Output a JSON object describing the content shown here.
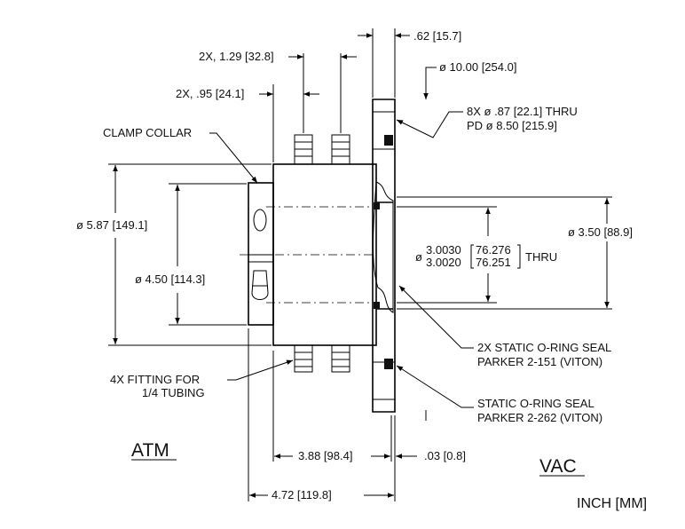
{
  "dims": {
    "flange_thk": ".62 [15.7]",
    "flange_od": "ø 10.00 [254.0]",
    "fitting_spacing_outer": "2X, 1.29 [32.8]",
    "fitting_spacing_inner": "2X, .95 [24.1]",
    "bolt_holes_1": "8X ø .87 [22.1] THRU",
    "bolt_holes_2": "PD ø 8.50 [215.9]",
    "clamp_collar": "CLAMP COLLAR",
    "collar_od": "ø 5.87 [149.1]",
    "body_dia": "ø 4.50 [114.3]",
    "bore_sym": "ø",
    "bore_in_hi": "3.0030",
    "bore_in_lo": "3.0020",
    "bore_mm_hi": "76.276",
    "bore_mm_lo": "76.251",
    "bore_thru": "THRU",
    "counterbore": "ø 3.50 [88.9]",
    "fittings_1": "4X FITTING FOR",
    "fittings_2": "1/4 TUBING",
    "oring_a_1": "2X STATIC O-RING SEAL",
    "oring_a_2": "PARKER 2-151 (VITON)",
    "oring_b_1": "STATIC O-RING SEAL",
    "oring_b_2": "PARKER 2-262 (VITON)",
    "body_len": "3.88 [98.4]",
    "face_gap": ".03 [0.8]",
    "overall_len": "4.72 [119.8]"
  },
  "regions": {
    "atm": "ATM",
    "vac": "VAC"
  },
  "units": "INCH [MM]"
}
